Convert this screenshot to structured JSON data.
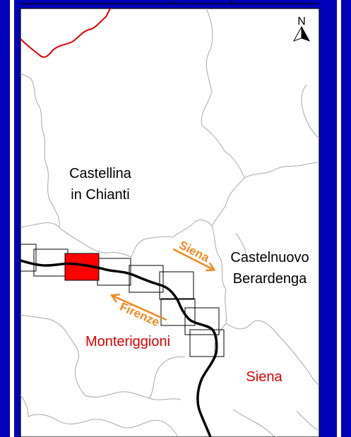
{
  "colors": {
    "frame": "#0000b8",
    "province_border": "#e00000",
    "municipal_border": "#a8a8a8",
    "route": "#000000",
    "highlight_tile": "#ff0000",
    "direction_arrow": "#f08a1c",
    "municipality_text": "#000000",
    "highlight_text": "#e00000"
  },
  "north_arrow": {
    "label": "N",
    "icon": "north-arrow-icon"
  },
  "labels": {
    "castellina_line1": "Castellina",
    "castellina_line2": "in Chianti",
    "castelnuovo_line1": "Castelnuovo",
    "castelnuovo_line2": "Berardenga",
    "monteriggioni": "Monteriggioni",
    "siena": "Siena"
  },
  "directions": {
    "siena": "Siena",
    "firenze": "Firenze"
  }
}
